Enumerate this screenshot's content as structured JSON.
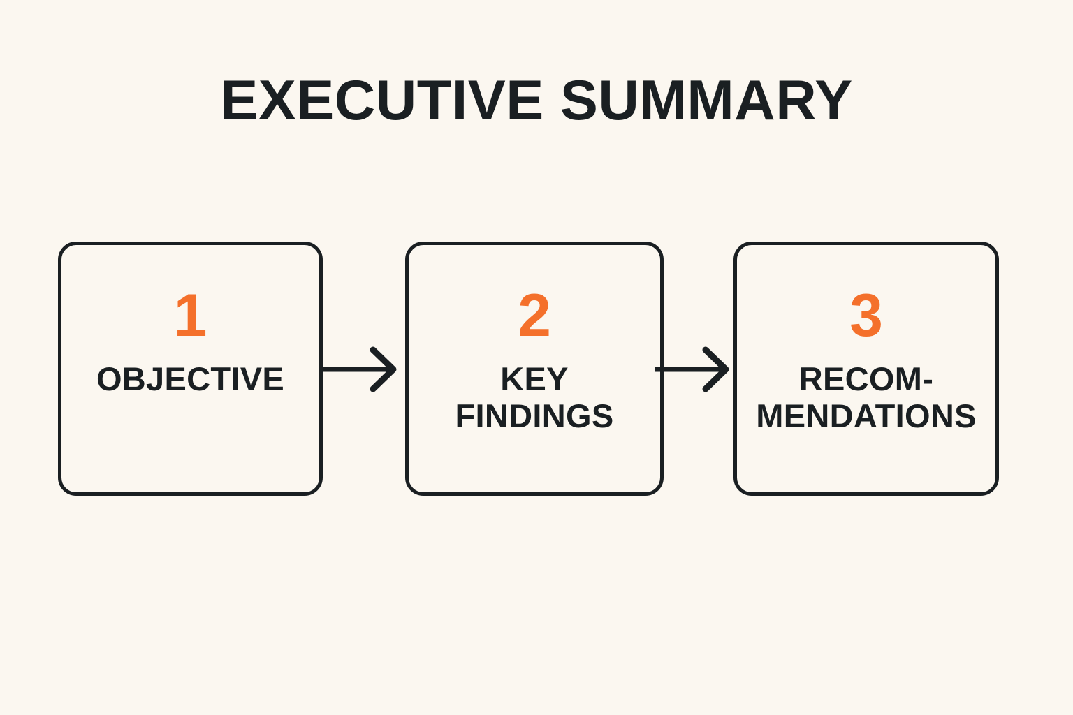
{
  "slide": {
    "title": "EXECUTIVE SUMMARY",
    "background_color": "#FBF7F0",
    "accent_color": "#F4702B",
    "ink_color": "#1A1F22"
  },
  "flow": {
    "steps": [
      {
        "number": "1",
        "label_lines": [
          "OBJECTIVE"
        ]
      },
      {
        "number": "2",
        "label_lines": [
          "KEY",
          "FINDINGS"
        ]
      },
      {
        "number": "3",
        "label_lines": [
          "RECOM-",
          "MENDATIONS"
        ]
      }
    ],
    "connectors": [
      {
        "name": "arrow-step1-to-step2",
        "direction": "right"
      },
      {
        "name": "arrow-step2-to-step3",
        "direction": "right"
      }
    ]
  }
}
